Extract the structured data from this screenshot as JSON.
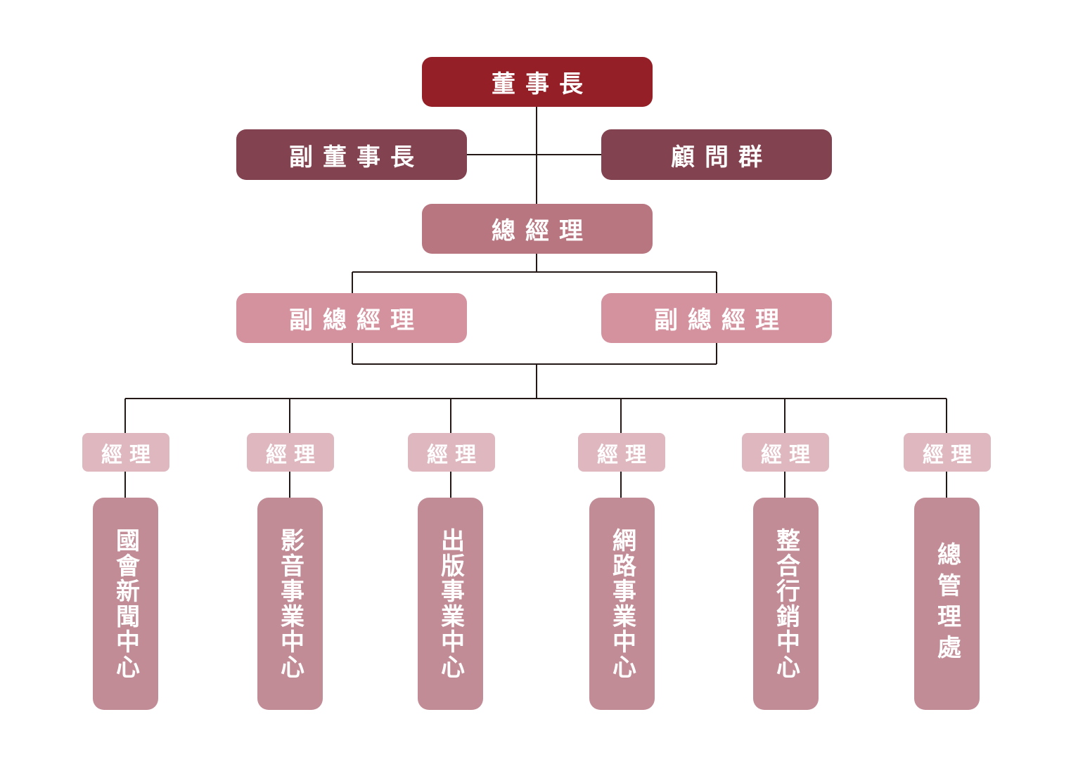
{
  "colors": {
    "chairman": "#951f27",
    "second_tier": "#83424f",
    "general_manager": "#b87681",
    "deputy_general_manager": "#d4919e",
    "manager": "#deb7bf",
    "department": "#c28c96",
    "connector": "#231815"
  },
  "chairman": "董事長",
  "vice_chairman": "副董事長",
  "advisors": "顧問群",
  "general_manager": "總經理",
  "deputy_general_managers": [
    "副總經理",
    "副總經理"
  ],
  "managers": [
    "經理",
    "經理",
    "經理",
    "經理",
    "經理",
    "經理"
  ],
  "departments": [
    "國會新聞中心",
    "影音事業中心",
    "出版事業中心",
    "網路事業中心",
    "整合行銷中心",
    "總管理處"
  ]
}
